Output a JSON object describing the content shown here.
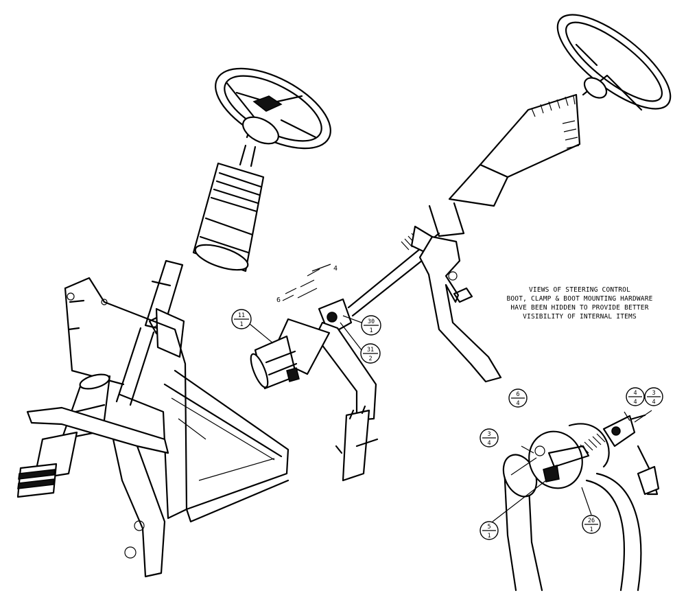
{
  "note": {
    "lines": [
      "VIEWS OF STEERING CONTROL",
      "BOOT, CLAMP & BOOT MOUNTING HARDWARE",
      "HAVE BEEN HIDDEN TO PROVIDE BETTER",
      "VISIBILITY OF INTERNAL ITEMS"
    ]
  },
  "dimensions": {
    "dim_a": "4",
    "dim_b": "6"
  },
  "callouts": {
    "c11": {
      "top": "11",
      "bottom": "1"
    },
    "c30": {
      "top": "30",
      "bottom": "1"
    },
    "c31": {
      "top": "31",
      "bottom": "2"
    },
    "c6": {
      "top": "6",
      "bottom": "4"
    },
    "c3a": {
      "top": "3",
      "bottom": "4"
    },
    "c4": {
      "top": "4",
      "bottom": "4"
    },
    "c3b": {
      "top": "3",
      "bottom": "4"
    },
    "c5": {
      "top": "5",
      "bottom": "1"
    },
    "c26": {
      "top": "26",
      "bottom": "1"
    }
  }
}
